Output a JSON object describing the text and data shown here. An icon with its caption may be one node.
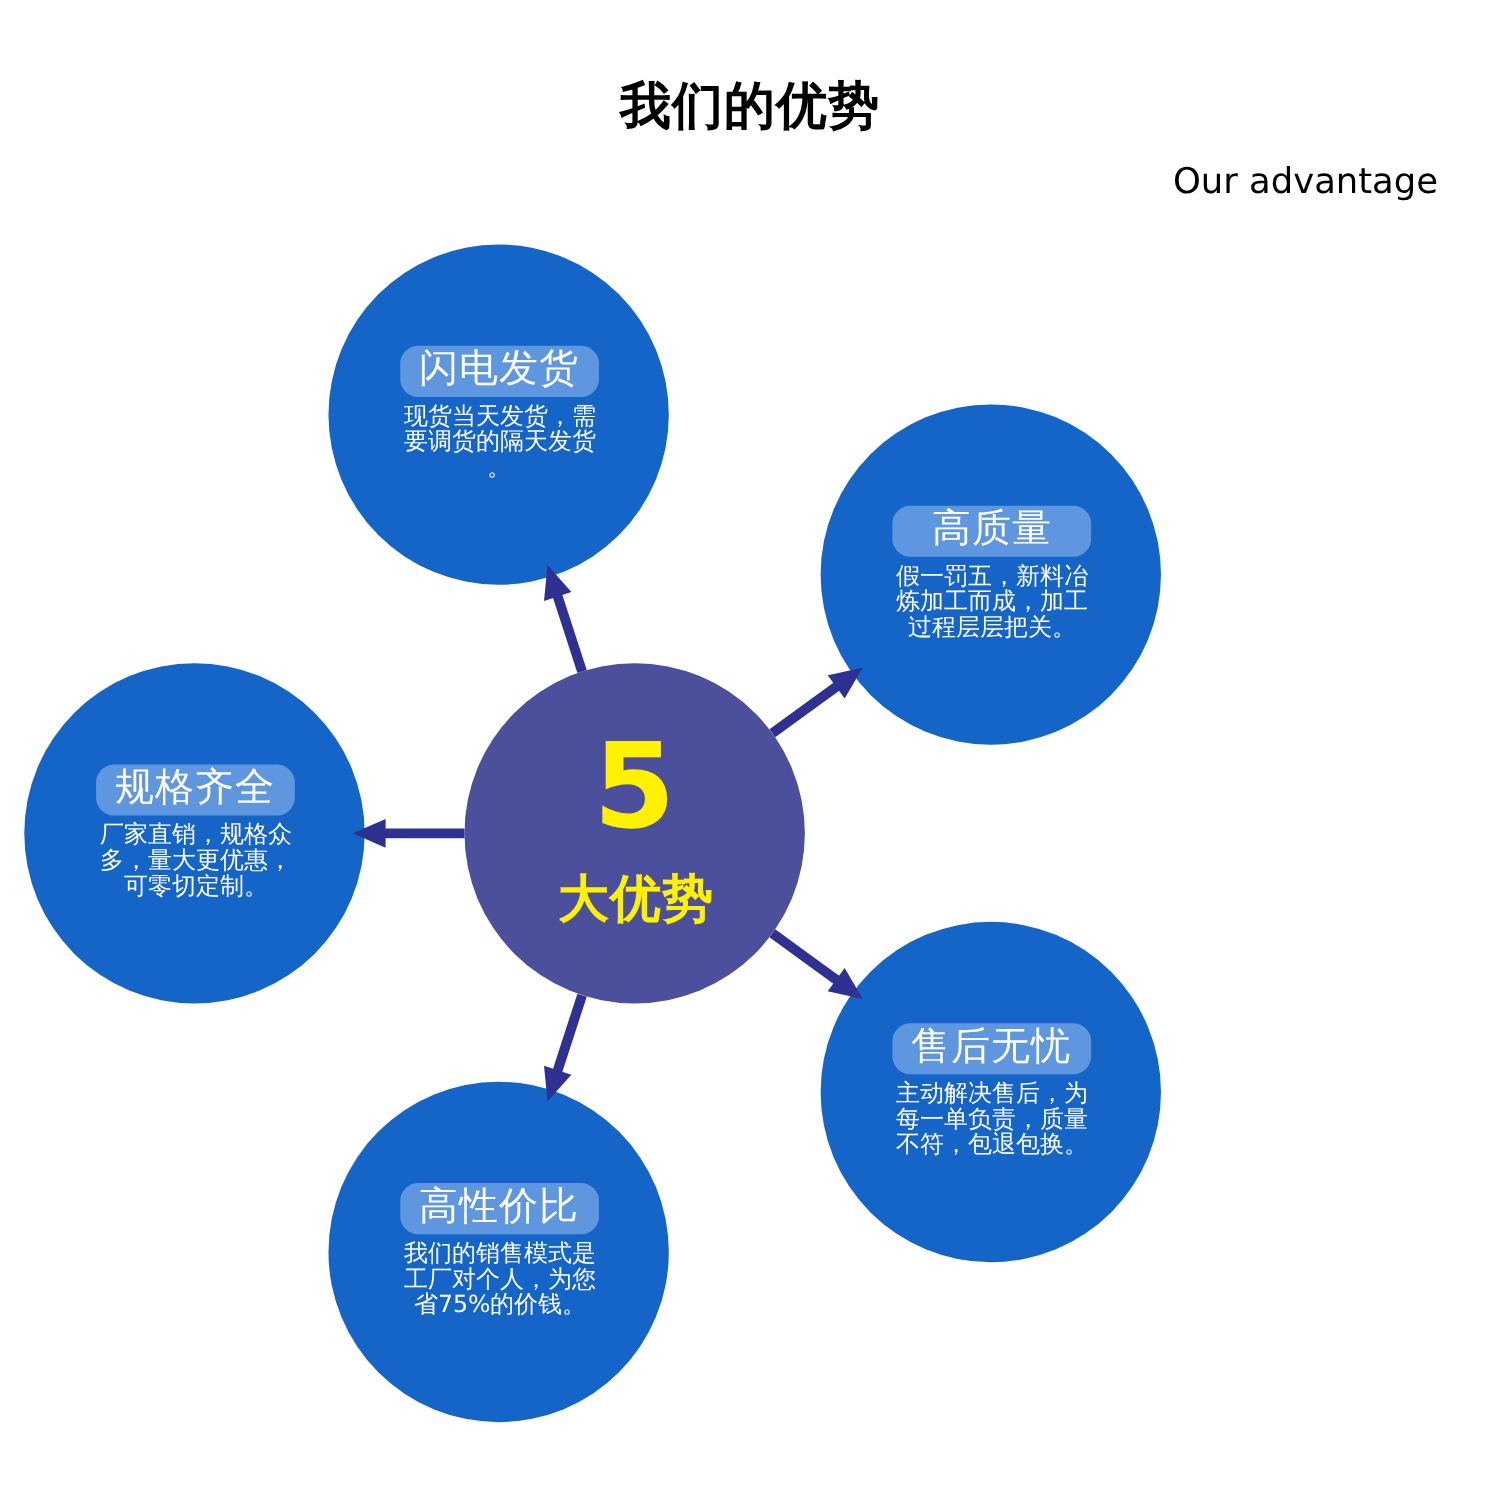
{
  "diagram": {
    "title": "我们的优势",
    "nodes": [
      {
        "text": [
          "5",
          "大优势"
        ]
      },
      {
        "text": [
          "高质量",
          "假一罚五，新料冶炼加工而成，加工过程层层把关。"
        ]
      },
      {
        "text": [
          "闪电发货",
          "现货当天发货，需要调货的隔天发货。"
        ]
      },
      {
        "text": [
          "规格齐全",
          "厂家直销，规格众多，量大更优惠，可零切定制。"
        ]
      },
      {
        "text": [
          "高性价比",
          "我们的销售模式是工厂对个人，为您省75%的价钱。"
        ]
      },
      {
        "text": [
          "售后无忧",
          "主动解决售后，为每一单负责，质量不符，包退包换。"
        ]
      }
    ],
    "edges": [
      {
        "from": 0,
        "to": 1,
        "arrow": "to"
      },
      {
        "from": 0,
        "to": 2,
        "arrow": "to"
      },
      {
        "from": 0,
        "to": 4,
        "arrow": "to"
      },
      {
        "from": 0,
        "to": 5,
        "arrow": "to"
      },
      {
        "from": 0,
        "to": 3,
        "arrow": "to"
      }
    ],
    "labels": [
      "Our advantage"
    ]
  }
}
